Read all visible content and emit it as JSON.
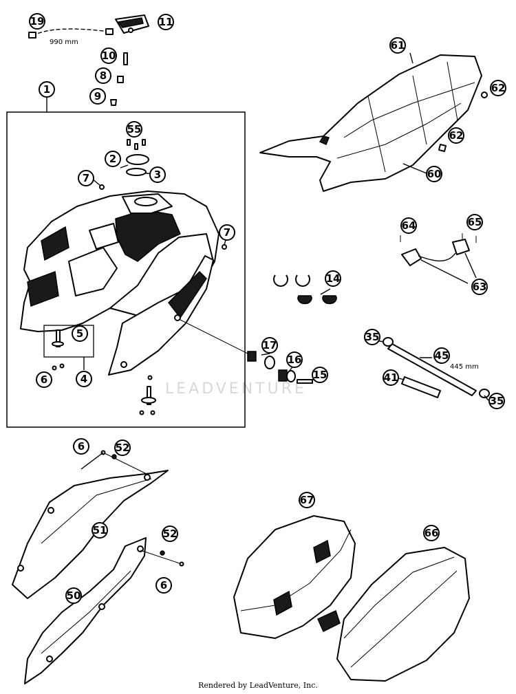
{
  "callouts": {
    "c1": "1",
    "c2": "2",
    "c3": "3",
    "c4": "4",
    "c5": "5",
    "c6a": "6",
    "c6b": "6",
    "c6c": "6",
    "c7a": "7",
    "c7b": "7",
    "c8": "8",
    "c9": "9",
    "c10": "10",
    "c11": "11",
    "c14": "14",
    "c15": "15",
    "c16": "16",
    "c17": "17",
    "c19": "19",
    "c35a": "35",
    "c35b": "35",
    "c41": "41",
    "c45": "45",
    "c50": "50",
    "c51": "51",
    "c52a": "52",
    "c52b": "52",
    "c55": "55",
    "c60": "60",
    "c61": "61",
    "c62a": "62",
    "c62b": "62",
    "c63": "63",
    "c64": "64",
    "c65": "65",
    "c66": "66",
    "c67": "67"
  },
  "dimensions": {
    "hose_length": "990 mm",
    "tube_length": "445 mm"
  },
  "watermark": "LEADVENTURE",
  "footer": "Rendered by LeadVenture, Inc."
}
